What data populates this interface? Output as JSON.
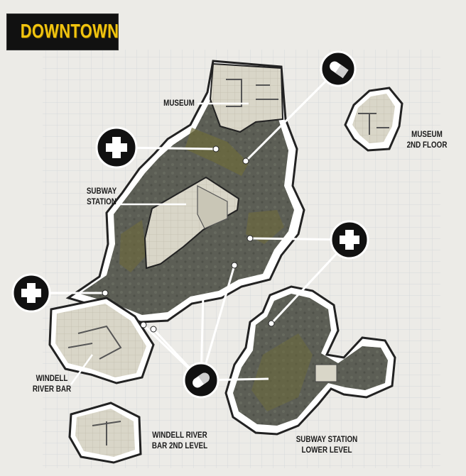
{
  "title": "DOWNTOWN",
  "colors": {
    "background": "#ecebe7",
    "grid": "#d6d8db",
    "terrain": "#5c5e55",
    "terrain_edge": "#ffffff",
    "moss": "#6e6b3a",
    "title_text": "#f1c40f",
    "title_bg": "#111111",
    "building_floor": "#d9d6c8"
  },
  "icons": {
    "first_aid": "medkit-cross-icon",
    "pickup": "capsule-pill-icon"
  },
  "labels": {
    "museum": "MUSEUM",
    "museum_2nd_floor": [
      "MUSEUM",
      "2ND FLOOR"
    ],
    "subway_station": [
      "SUBWAY",
      "STATION"
    ],
    "windell_river_bar": [
      "WINDELL",
      "RIVER BAR"
    ],
    "windell_river_bar_2nd_level": [
      "WINDELL RIVER",
      "BAR 2ND LEVEL"
    ],
    "subway_station_lower_level": [
      "SUBWAY STATION",
      "LOWER LEVEL"
    ]
  }
}
